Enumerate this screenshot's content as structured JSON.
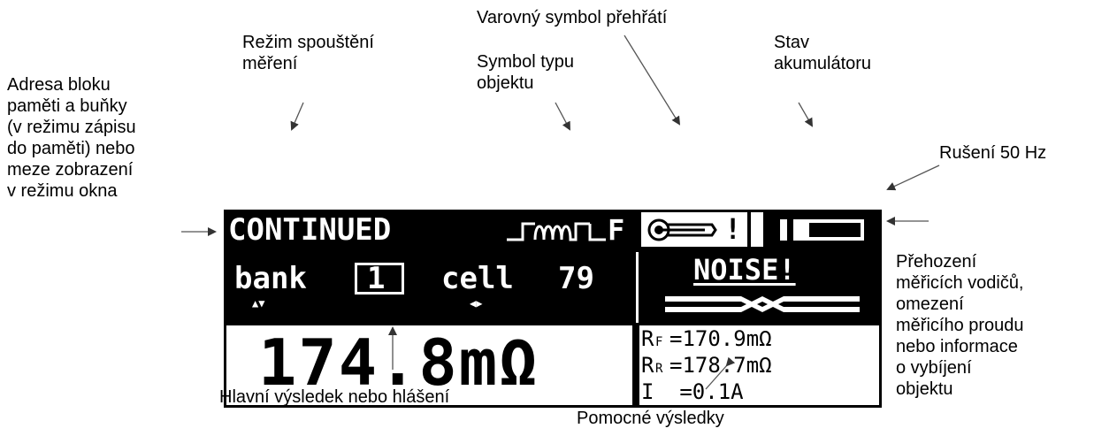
{
  "annotations": {
    "memory_address": "Adresa bloku\npaměti a buňky\n(v režimu zápisu\ndo paměti) nebo\nmeze zobrazení\nv režimu okna",
    "trigger_mode": "Režim spouštění\nměření",
    "object_type": "Symbol typu\nobjektu",
    "overheat": "Varovný symbol přehřátí",
    "battery": "Stav\nakumulátoru",
    "noise": "Rušení 50 Hz",
    "leads": "Přehození\nměřicích vodičů,\nomezení\nměřicího proudu\nnebo informace\no vybíjení\nobjektu",
    "main_result": "Hlavní výsledek nebo hlášení",
    "aux_results": "Pomocné výsledky"
  },
  "display": {
    "mode": "CONTINUED",
    "object_suffix": "F",
    "overheat_mark": "!",
    "bank_label": "bank",
    "bank_value": "1",
    "cell_label": "cell",
    "cell_value": "79",
    "bank_arrows": "▲▼",
    "cell_arrows": "◀▶",
    "noise": "NOISE!",
    "main_result": "174.8mΩ",
    "rf_label": "R",
    "rf_sub": "F",
    "rf_value": "=170.9mΩ",
    "rr_label": "R",
    "rr_sub": "R",
    "rr_value": "=178.7mΩ",
    "i_line": "I  =0.1A"
  },
  "colors": {
    "lcd_dark": "#000000",
    "lcd_light": "#ffffff",
    "arrow": "#555555"
  }
}
